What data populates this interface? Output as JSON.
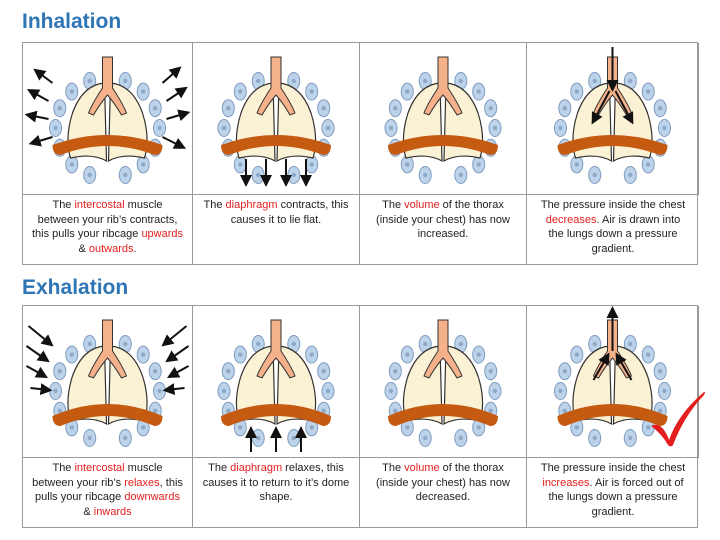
{
  "colors": {
    "heading": "#2e75b6",
    "highlight": "#e41e1e",
    "lung": "#fbf2d6",
    "bronchi": "#f4b18a",
    "rib": "#bdd3ea",
    "diaphragm": "#c55a11",
    "check": "#e41e1e"
  },
  "inhalation": {
    "title": "Inhalation",
    "panels": [
      {
        "diaphragm": "flat",
        "arrows": "outwards-ribs",
        "text": [
          [
            "The ",
            {
              "red": "intercostal"
            },
            " muscle"
          ],
          [
            "between your rib’s contracts,"
          ],
          [
            "this pulls your ribcage ",
            {
              "red": "upwards"
            }
          ],
          [
            "& ",
            {
              "red": "outwards"
            },
            "."
          ]
        ]
      },
      {
        "diaphragm": "flat",
        "arrows": "down-diaphragm",
        "text": [
          [
            "The ",
            {
              "red": "diaphragm"
            },
            " contracts, this"
          ],
          [
            "causes it to lie flat."
          ]
        ]
      },
      {
        "diaphragm": "flat",
        "arrows": "none",
        "text": [
          [
            "The ",
            {
              "red": "volume"
            },
            " of the thorax"
          ],
          [
            "(inside your chest) has now"
          ],
          [
            "increased."
          ]
        ]
      },
      {
        "diaphragm": "flat",
        "arrows": "air-in",
        "text": [
          [
            "The pressure inside the chest"
          ],
          [
            {
              "red": "decreases"
            },
            ".  Air is drawn into"
          ],
          [
            "the lungs down a pressure"
          ],
          [
            "gradient."
          ]
        ]
      }
    ]
  },
  "exhalation": {
    "title": "Exhalation",
    "panels": [
      {
        "diaphragm": "dome",
        "arrows": "inwards-ribs",
        "text": [
          [
            "The ",
            {
              "red": "intercostal"
            },
            " muscle"
          ],
          [
            "between your rib’s ",
            {
              "red": "relaxes"
            },
            ", this"
          ],
          [
            "pulls your ribcage ",
            {
              "red": "downwards"
            }
          ],
          [
            "& ",
            {
              "red": "inwards"
            }
          ]
        ]
      },
      {
        "diaphragm": "dome",
        "arrows": "up-diaphragm",
        "text": [
          [
            "The ",
            {
              "red": "diaphragm"
            },
            " relaxes, this"
          ],
          [
            "causes it to return to it’s dome"
          ],
          [
            "shape."
          ]
        ]
      },
      {
        "diaphragm": "dome",
        "arrows": "none",
        "text": [
          [
            "The ",
            {
              "red": "volume"
            },
            " of the thorax"
          ],
          [
            "(inside your chest) has now"
          ],
          [
            "decreased."
          ]
        ]
      },
      {
        "diaphragm": "dome",
        "arrows": "air-out",
        "text": [
          [
            "The pressure inside the chest"
          ],
          [
            {
              "red": "increases"
            },
            ".  Air is forced out of"
          ],
          [
            "the lungs down a pressure"
          ],
          [
            "gradient."
          ]
        ]
      }
    ]
  },
  "checkmark_icon": "check-mark-icon"
}
